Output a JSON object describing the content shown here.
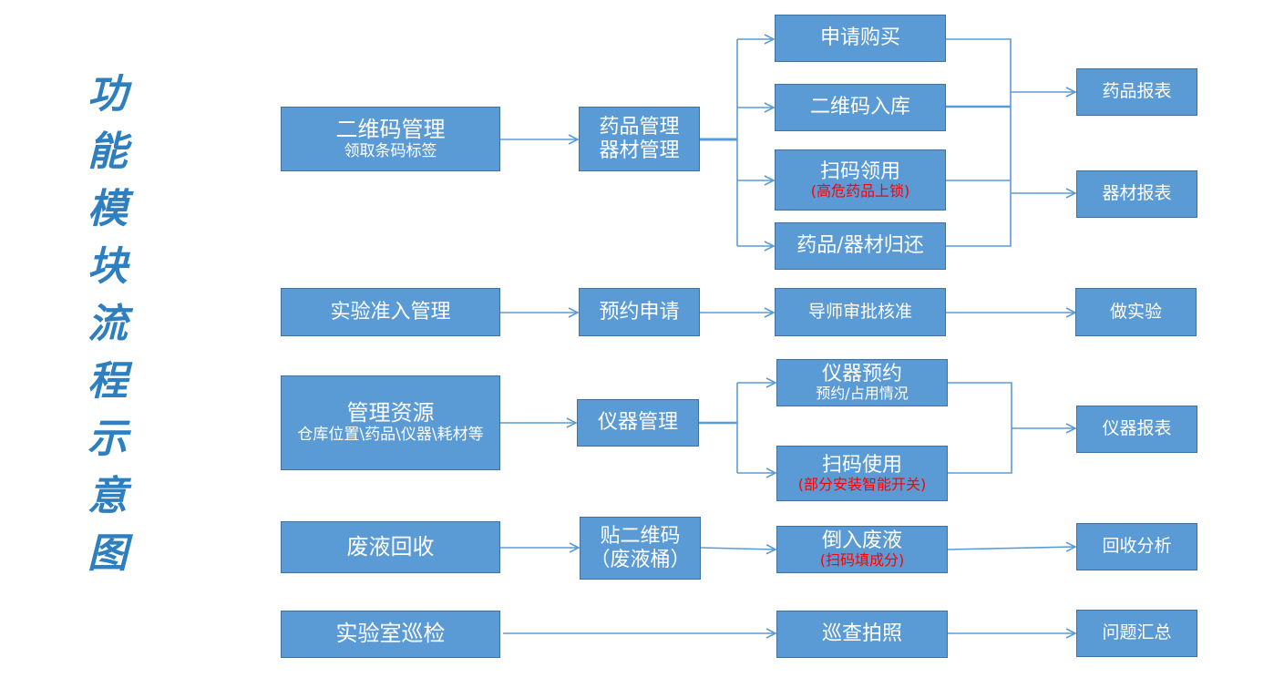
{
  "title": {
    "text": "功能模块流程示意图",
    "chars": [
      "功",
      "能",
      "模",
      "块",
      "流",
      "程",
      "示",
      "意",
      "图"
    ],
    "color": "#2e7fc0"
  },
  "colors": {
    "box_fill": "#5b9bd5",
    "box_border": "#41719c",
    "box_text": "#ffffff",
    "note_text": "#ff0000",
    "connector": "#5b9bd5"
  },
  "flows": {
    "qrcode": {
      "start": {
        "title": "二维码管理",
        "subtitle": "领取条码标签"
      },
      "mid": {
        "line1": "药品管理",
        "line2": "器材管理"
      },
      "steps": [
        {
          "title": "申请购买"
        },
        {
          "title": "二维码入库"
        },
        {
          "title": "扫码领用",
          "note": "(高危药品上锁)"
        },
        {
          "title": "药品/器材归还"
        }
      ],
      "outputs": [
        {
          "title": "药品报表"
        },
        {
          "title": "器材报表"
        }
      ]
    },
    "access": {
      "start": {
        "title": "实验准入管理"
      },
      "mid": {
        "title": "预约申请"
      },
      "step": {
        "title": "导师审批核准"
      },
      "output": {
        "title": "做实验"
      }
    },
    "resources": {
      "start": {
        "title": "管理资源",
        "subtitle": "仓库位置\\药品\\仪器\\耗材等"
      },
      "mid": {
        "title": "仪器管理"
      },
      "steps": [
        {
          "title": "仪器预约",
          "subtitle": "预约/占用情况"
        },
        {
          "title": "扫码使用",
          "note": "(部分安装智能开关)"
        }
      ],
      "output": {
        "title": "仪器报表"
      }
    },
    "waste": {
      "start": {
        "title": "废液回收"
      },
      "mid": {
        "line1": "贴二维码",
        "line2": "（废液桶）"
      },
      "step": {
        "title": "倒入废液",
        "note": "(扫码填成分)"
      },
      "output": {
        "title": "回收分析"
      }
    },
    "inspection": {
      "start": {
        "title": "实验室巡检"
      },
      "step": {
        "title": "巡查拍照"
      },
      "output": {
        "title": "问题汇总"
      }
    }
  }
}
